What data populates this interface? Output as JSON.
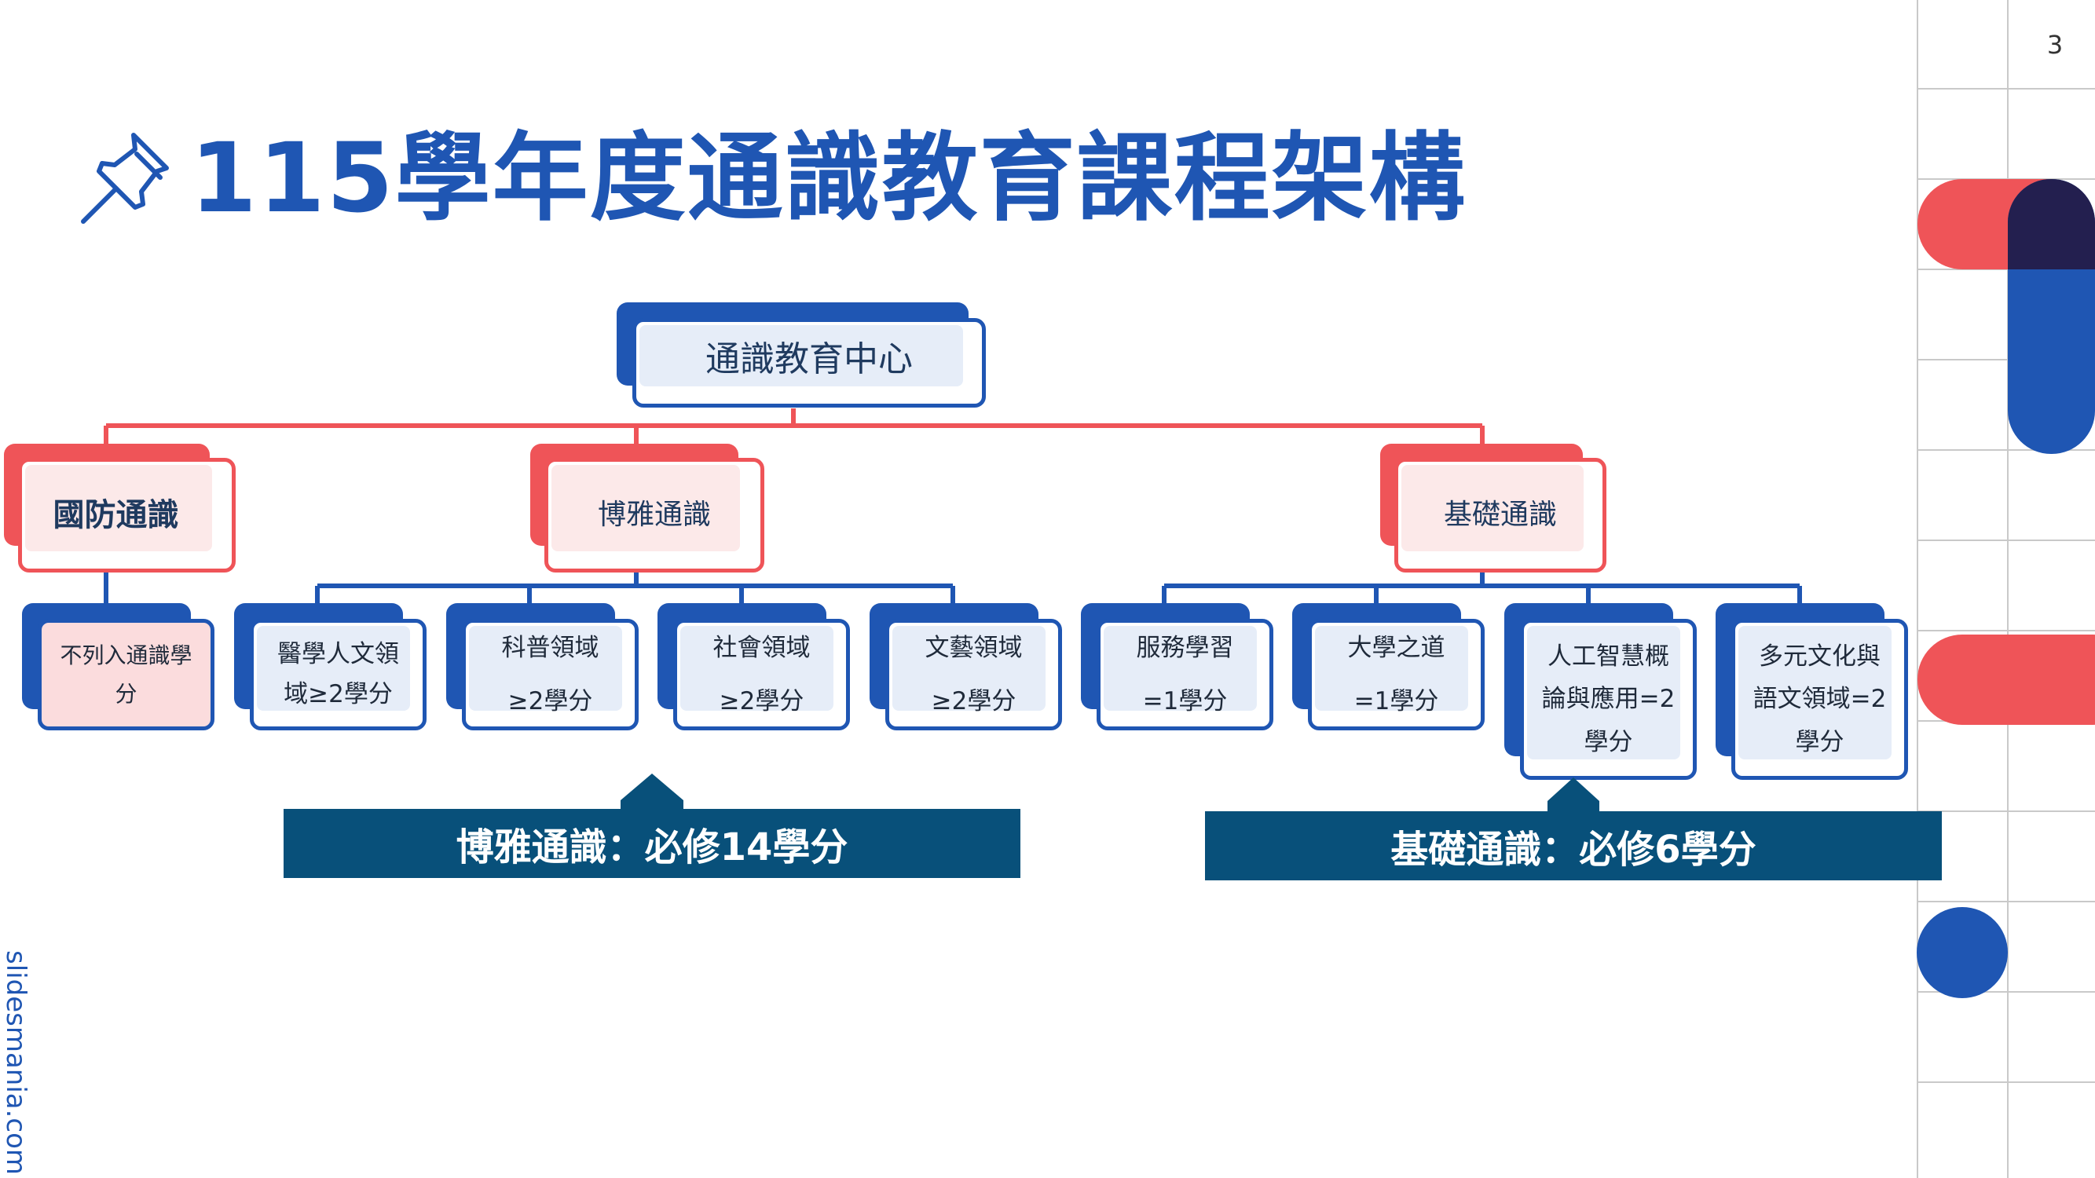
{
  "page_number": "3",
  "title": "115學年度通識教育課程架構",
  "brand": "slidesmania.com",
  "root": {
    "label": "通識教育中心"
  },
  "categories": [
    {
      "label": "國防通識"
    },
    {
      "label": "博雅通識"
    },
    {
      "label": "基礎通識"
    }
  ],
  "leaves": [
    {
      "label": "不列入通識學分"
    },
    {
      "label": "醫學人文領域≥2學分"
    },
    {
      "label": "科普領域≥2學分"
    },
    {
      "label": "社會領域≥2學分"
    },
    {
      "label": "文藝領域≥2學分"
    },
    {
      "label": "服務學習=1學分"
    },
    {
      "label": "大學之道=1學分"
    },
    {
      "label": "人工智慧概論與應用=2學分"
    },
    {
      "label": "多元文化與語文領域=2學分"
    }
  ],
  "banners": [
    {
      "text": "博雅通識：必修14學分"
    },
    {
      "text": "基礎通識：必修6學分"
    }
  ],
  "colors": {
    "primary_blue": "#1f56b3",
    "accent_red": "#ef5458",
    "navy": "#08507a",
    "dark": "#231f4f"
  },
  "icons": {
    "title_icon": "pushpin-icon"
  }
}
